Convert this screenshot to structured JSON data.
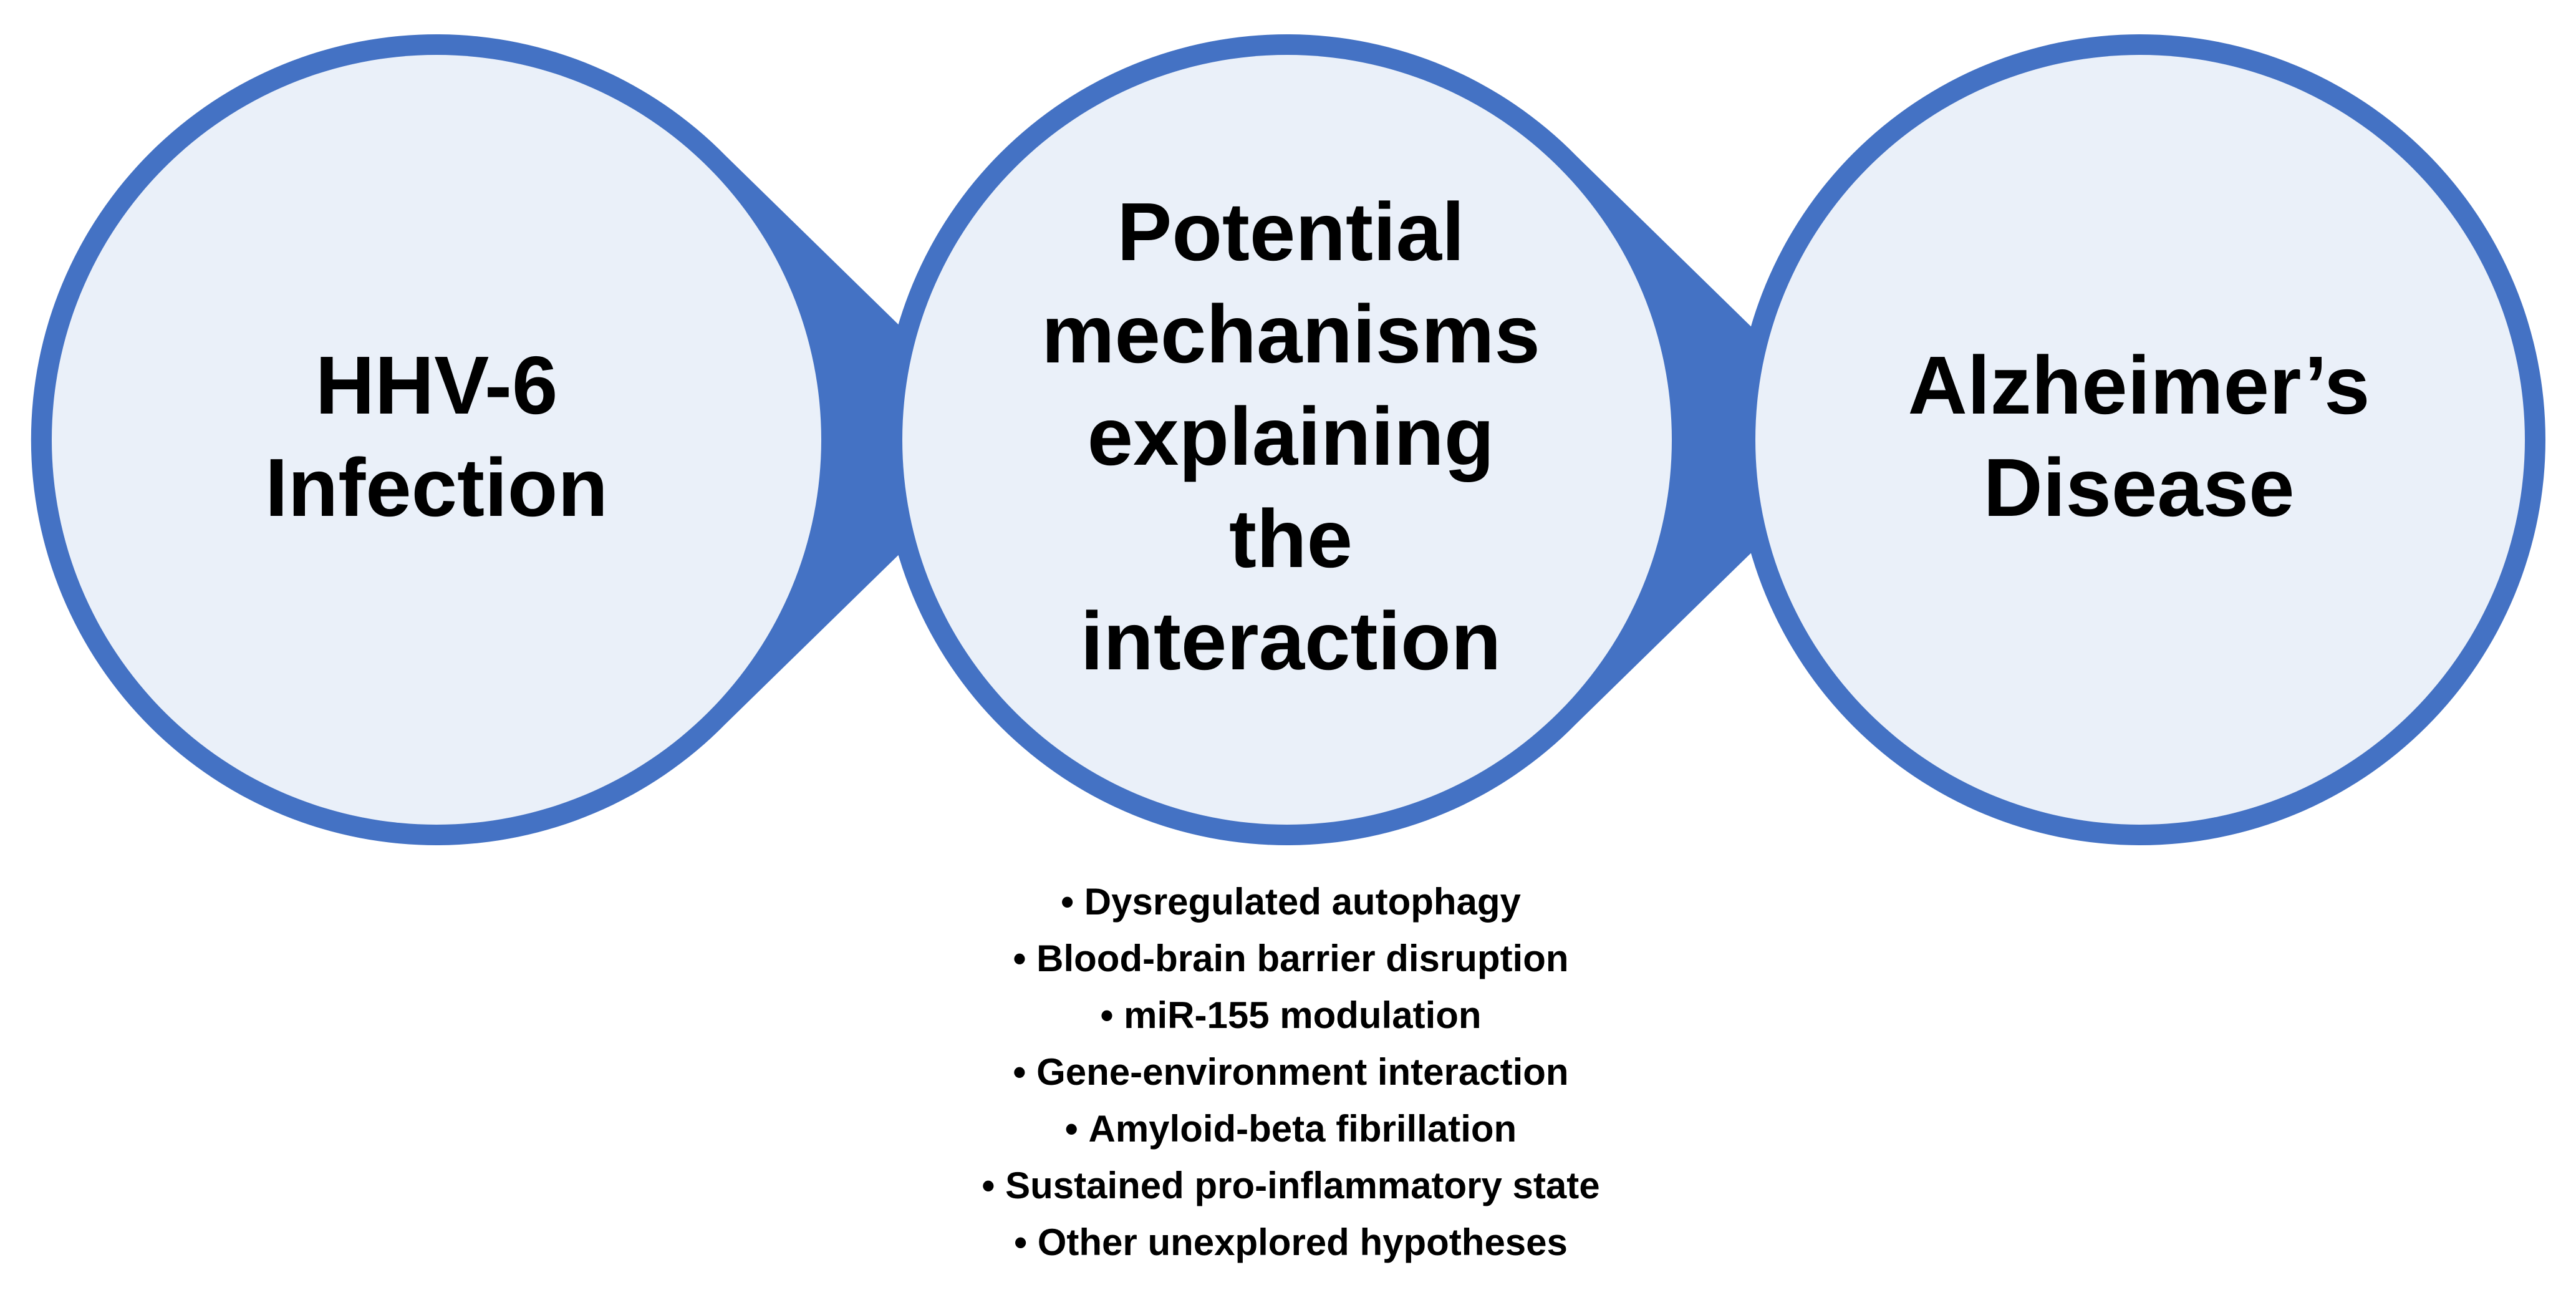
{
  "colors": {
    "ring": "#4472c4",
    "fill": "#eaf0f9",
    "text": "#000000",
    "background": "#ffffff"
  },
  "nodes": [
    {
      "lines": [
        "HHV-6",
        "Infection"
      ]
    },
    {
      "lines": [
        "Potential",
        "mechanisms",
        "explaining",
        "the",
        "interaction"
      ]
    },
    {
      "lines": [
        "Alzheimer’s",
        "Disease"
      ]
    }
  ],
  "mechanisms": [
    "Dysregulated autophagy",
    "Blood-brain barrier disruption",
    "miR-155 modulation",
    "Gene-environment interaction",
    "Amyloid-beta fibrillation",
    "Sustained pro-inflammatory state",
    "Other unexplored hypotheses"
  ]
}
